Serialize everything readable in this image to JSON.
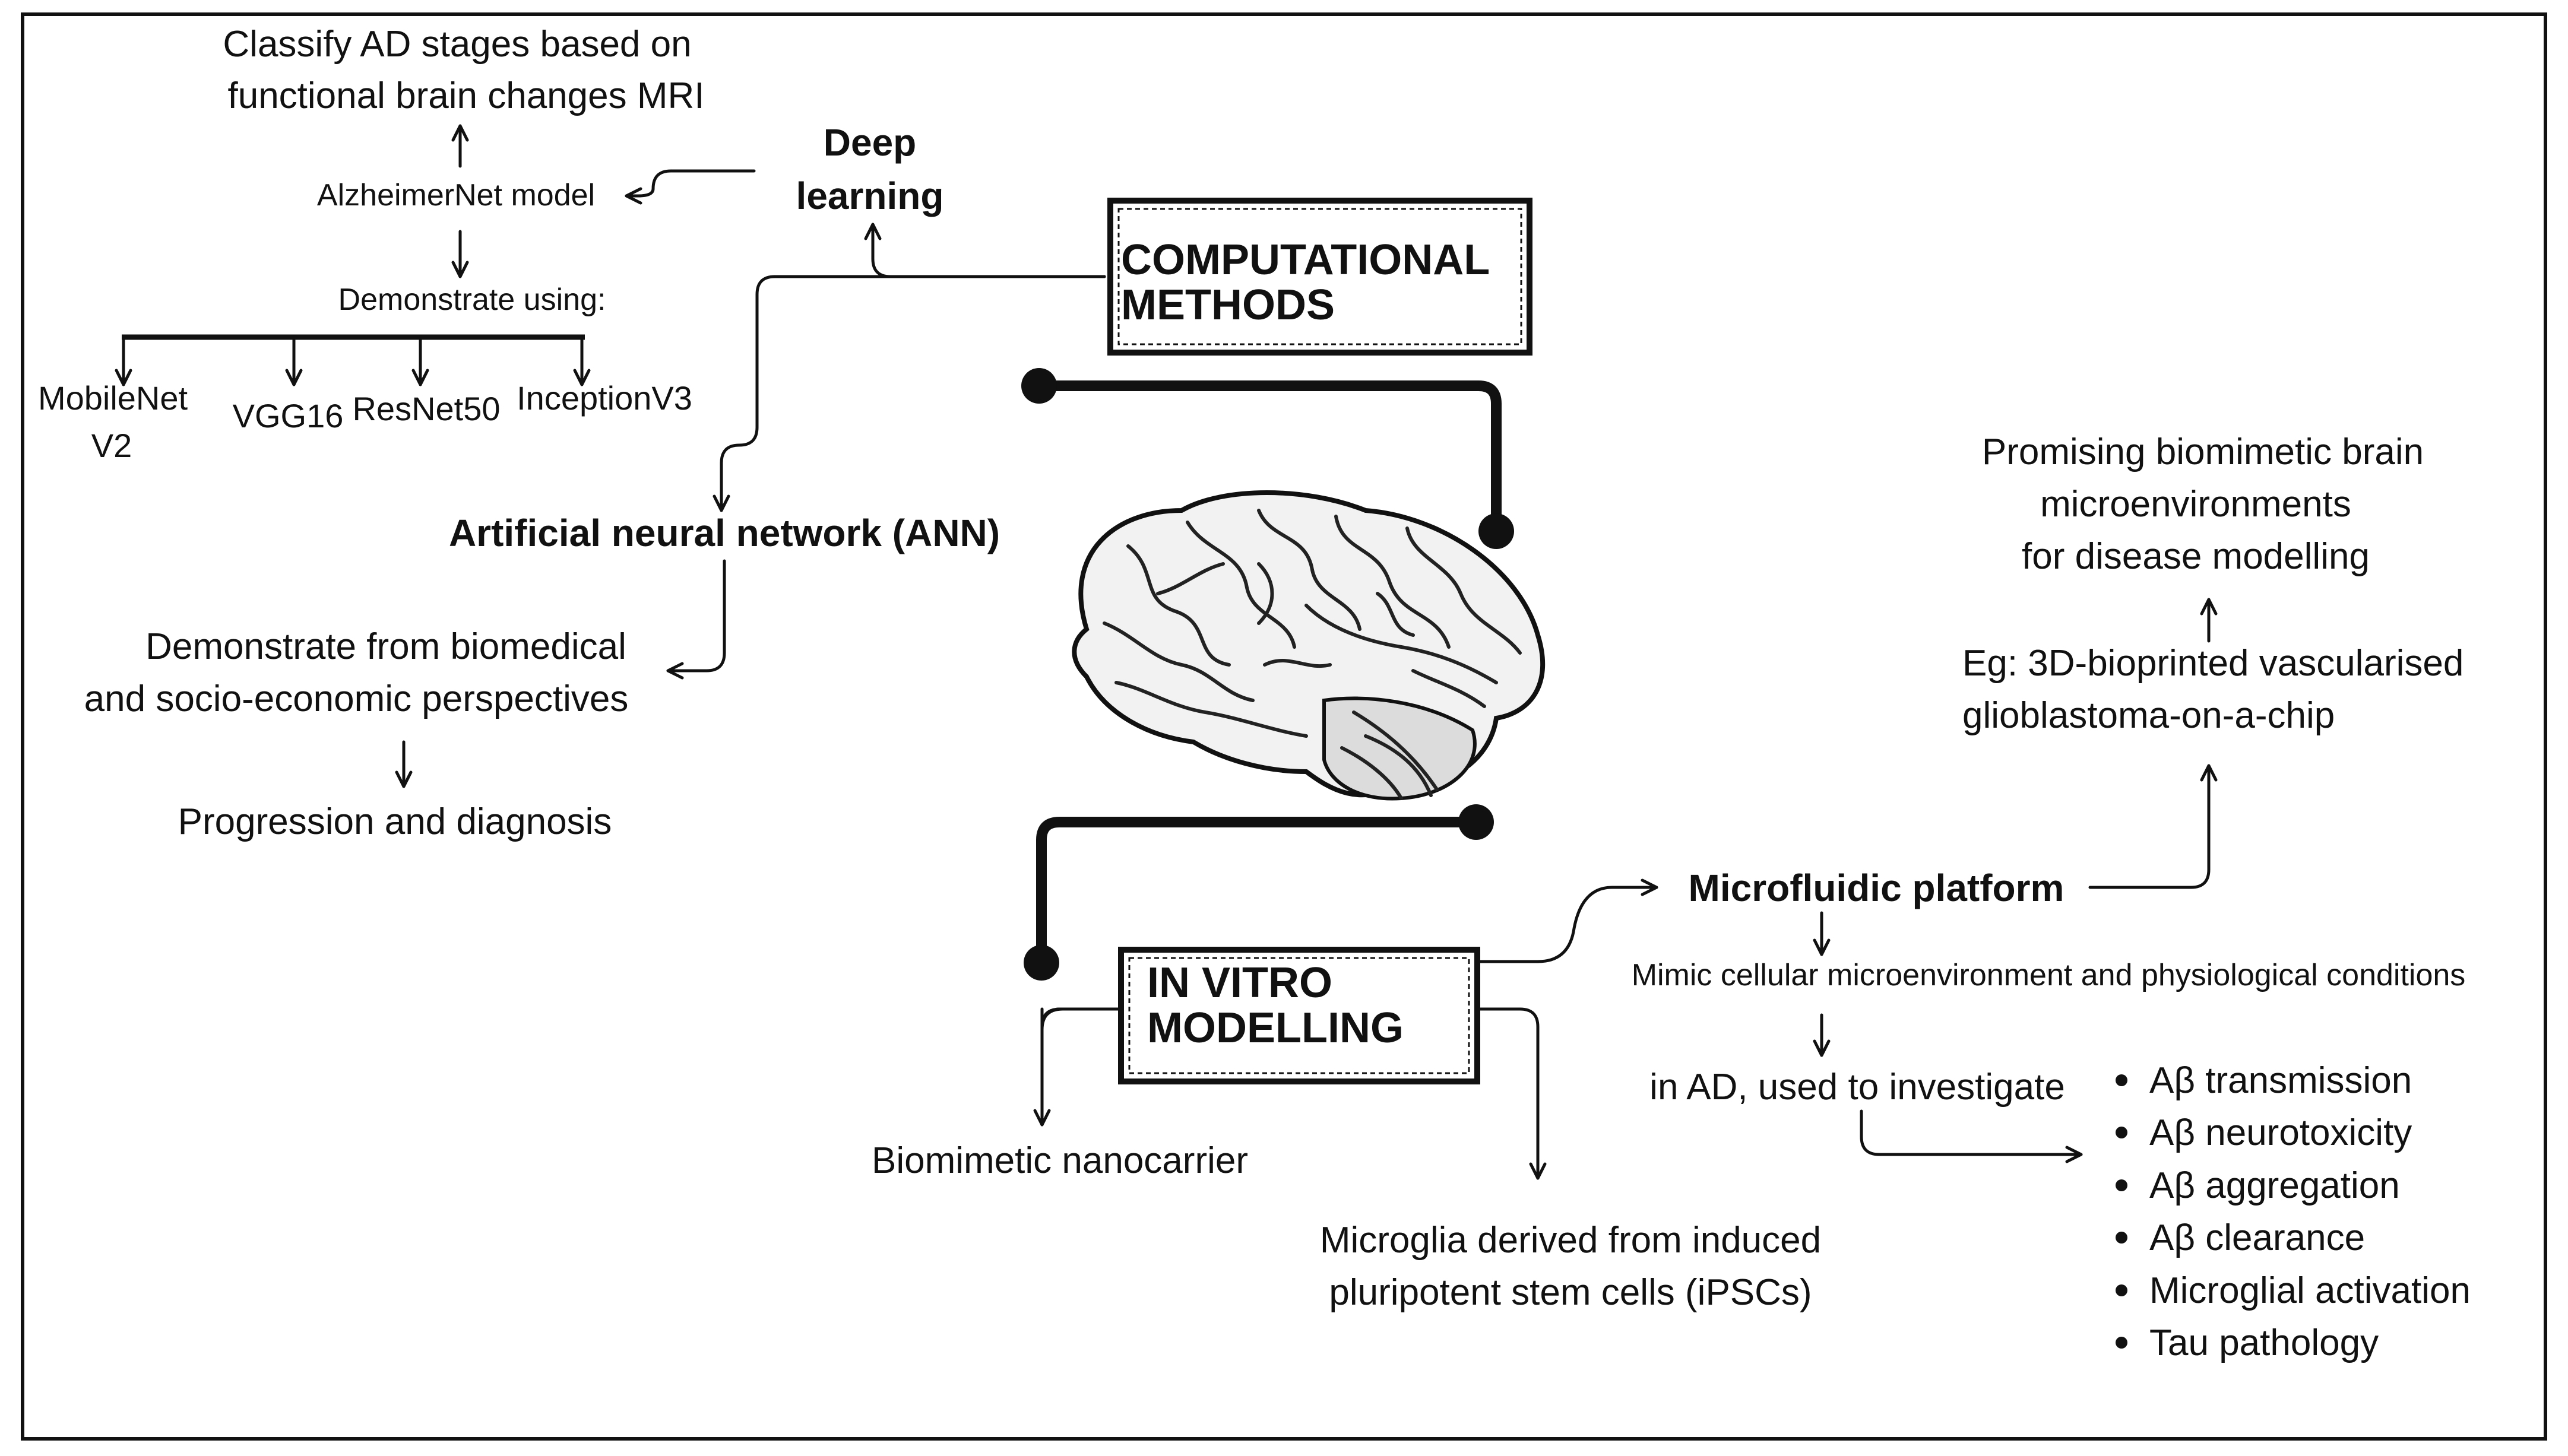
{
  "hubs": {
    "computational": [
      "COMPUTATIONAL",
      "METHODS"
    ],
    "invitro": [
      "IN VITRO",
      "MODELLING"
    ]
  },
  "deep_learning": {
    "label": [
      "Deep",
      "learning"
    ],
    "classify": [
      "Classify AD stages based on",
      "functional brain changes MRI"
    ],
    "model": "AlzheimerNet model",
    "demonstrate": "Demonstrate using:",
    "networks": [
      "MobileNet",
      "V2",
      "VGG16",
      "ResNet50",
      "InceptionV3"
    ]
  },
  "ann": {
    "label": "Artificial neural network (ANN)",
    "demonstrate": [
      "Demonstrate from biomedical",
      "and socio-economic perspectives"
    ],
    "outcome": "Progression and diagnosis"
  },
  "microfluidic": {
    "label": "Microfluidic platform",
    "promising": [
      "Promising biomimetic brain",
      "microenvironments",
      "for disease modelling"
    ],
    "example": [
      "Eg: 3D-bioprinted vascularised",
      "glioblastoma-on-a-chip"
    ],
    "mimic": "Mimic cellular microenvironment and physiological conditions",
    "investigate": "in AD, used to investigate",
    "items": [
      "Aβ transmission",
      "Aβ neurotoxicity",
      "Aβ aggregation",
      "Aβ clearance",
      "Microglial activation",
      "Tau pathology"
    ]
  },
  "nanocarrier": "Biomimetic nanocarrier",
  "microglia": [
    "Microglia derived from induced",
    "pluripotent stem cells (iPSCs)"
  ]
}
